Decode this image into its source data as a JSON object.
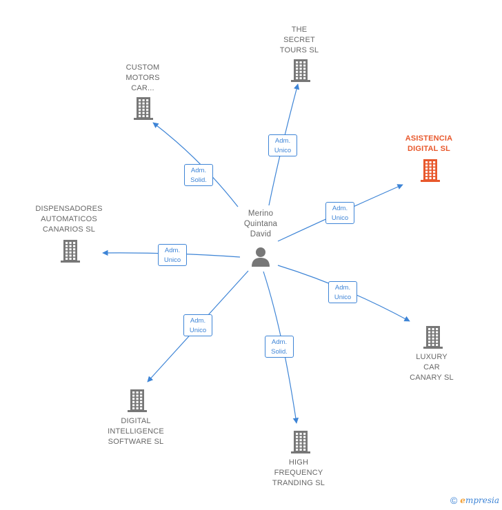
{
  "center": {
    "name": "Merino\nQuintana\nDavid",
    "icon": "person-icon"
  },
  "companies": [
    {
      "id": "the-secret-tours",
      "name": "THE\nSECRET\nTOURS  SL",
      "relation": "Adm.\nUnico",
      "highlight": false,
      "icon": "building-icon"
    },
    {
      "id": "custom-motors",
      "name": "CUSTOM\nMOTORS\nCAR...",
      "relation": "Adm.\nSolid.",
      "highlight": false,
      "icon": "building-icon"
    },
    {
      "id": "asistencia-digital",
      "name": "ASISTENCIA\nDIGITAL  SL",
      "relation": "Adm.\nUnico",
      "highlight": true,
      "icon": "building-icon"
    },
    {
      "id": "dispensadores",
      "name": "DISPENSADORES\nAUTOMATICOS\nCANARIOS  SL",
      "relation": "Adm.\nUnico",
      "highlight": false,
      "icon": "building-icon"
    },
    {
      "id": "luxury-car",
      "name": "LUXURY\nCAR\nCANARY  SL",
      "relation": "Adm.\nUnico",
      "highlight": false,
      "icon": "building-icon"
    },
    {
      "id": "digital-intelligence",
      "name": "DIGITAL\nINTELLIGENCE\nSOFTWARE  SL",
      "relation": "Adm.\nUnico",
      "highlight": false,
      "icon": "building-icon"
    },
    {
      "id": "high-frequency",
      "name": "HIGH\nFREQUENCY\nTRANDING  SL",
      "relation": "Adm.\nSolid.",
      "highlight": false,
      "icon": "building-icon"
    }
  ],
  "colors": {
    "edge": "#3d84d6",
    "building": "#777777",
    "highlight": "#e8582c",
    "person": "#777777"
  },
  "footer": {
    "copyright": "©",
    "brand_initial": "e",
    "brand_rest": "mpresia"
  }
}
